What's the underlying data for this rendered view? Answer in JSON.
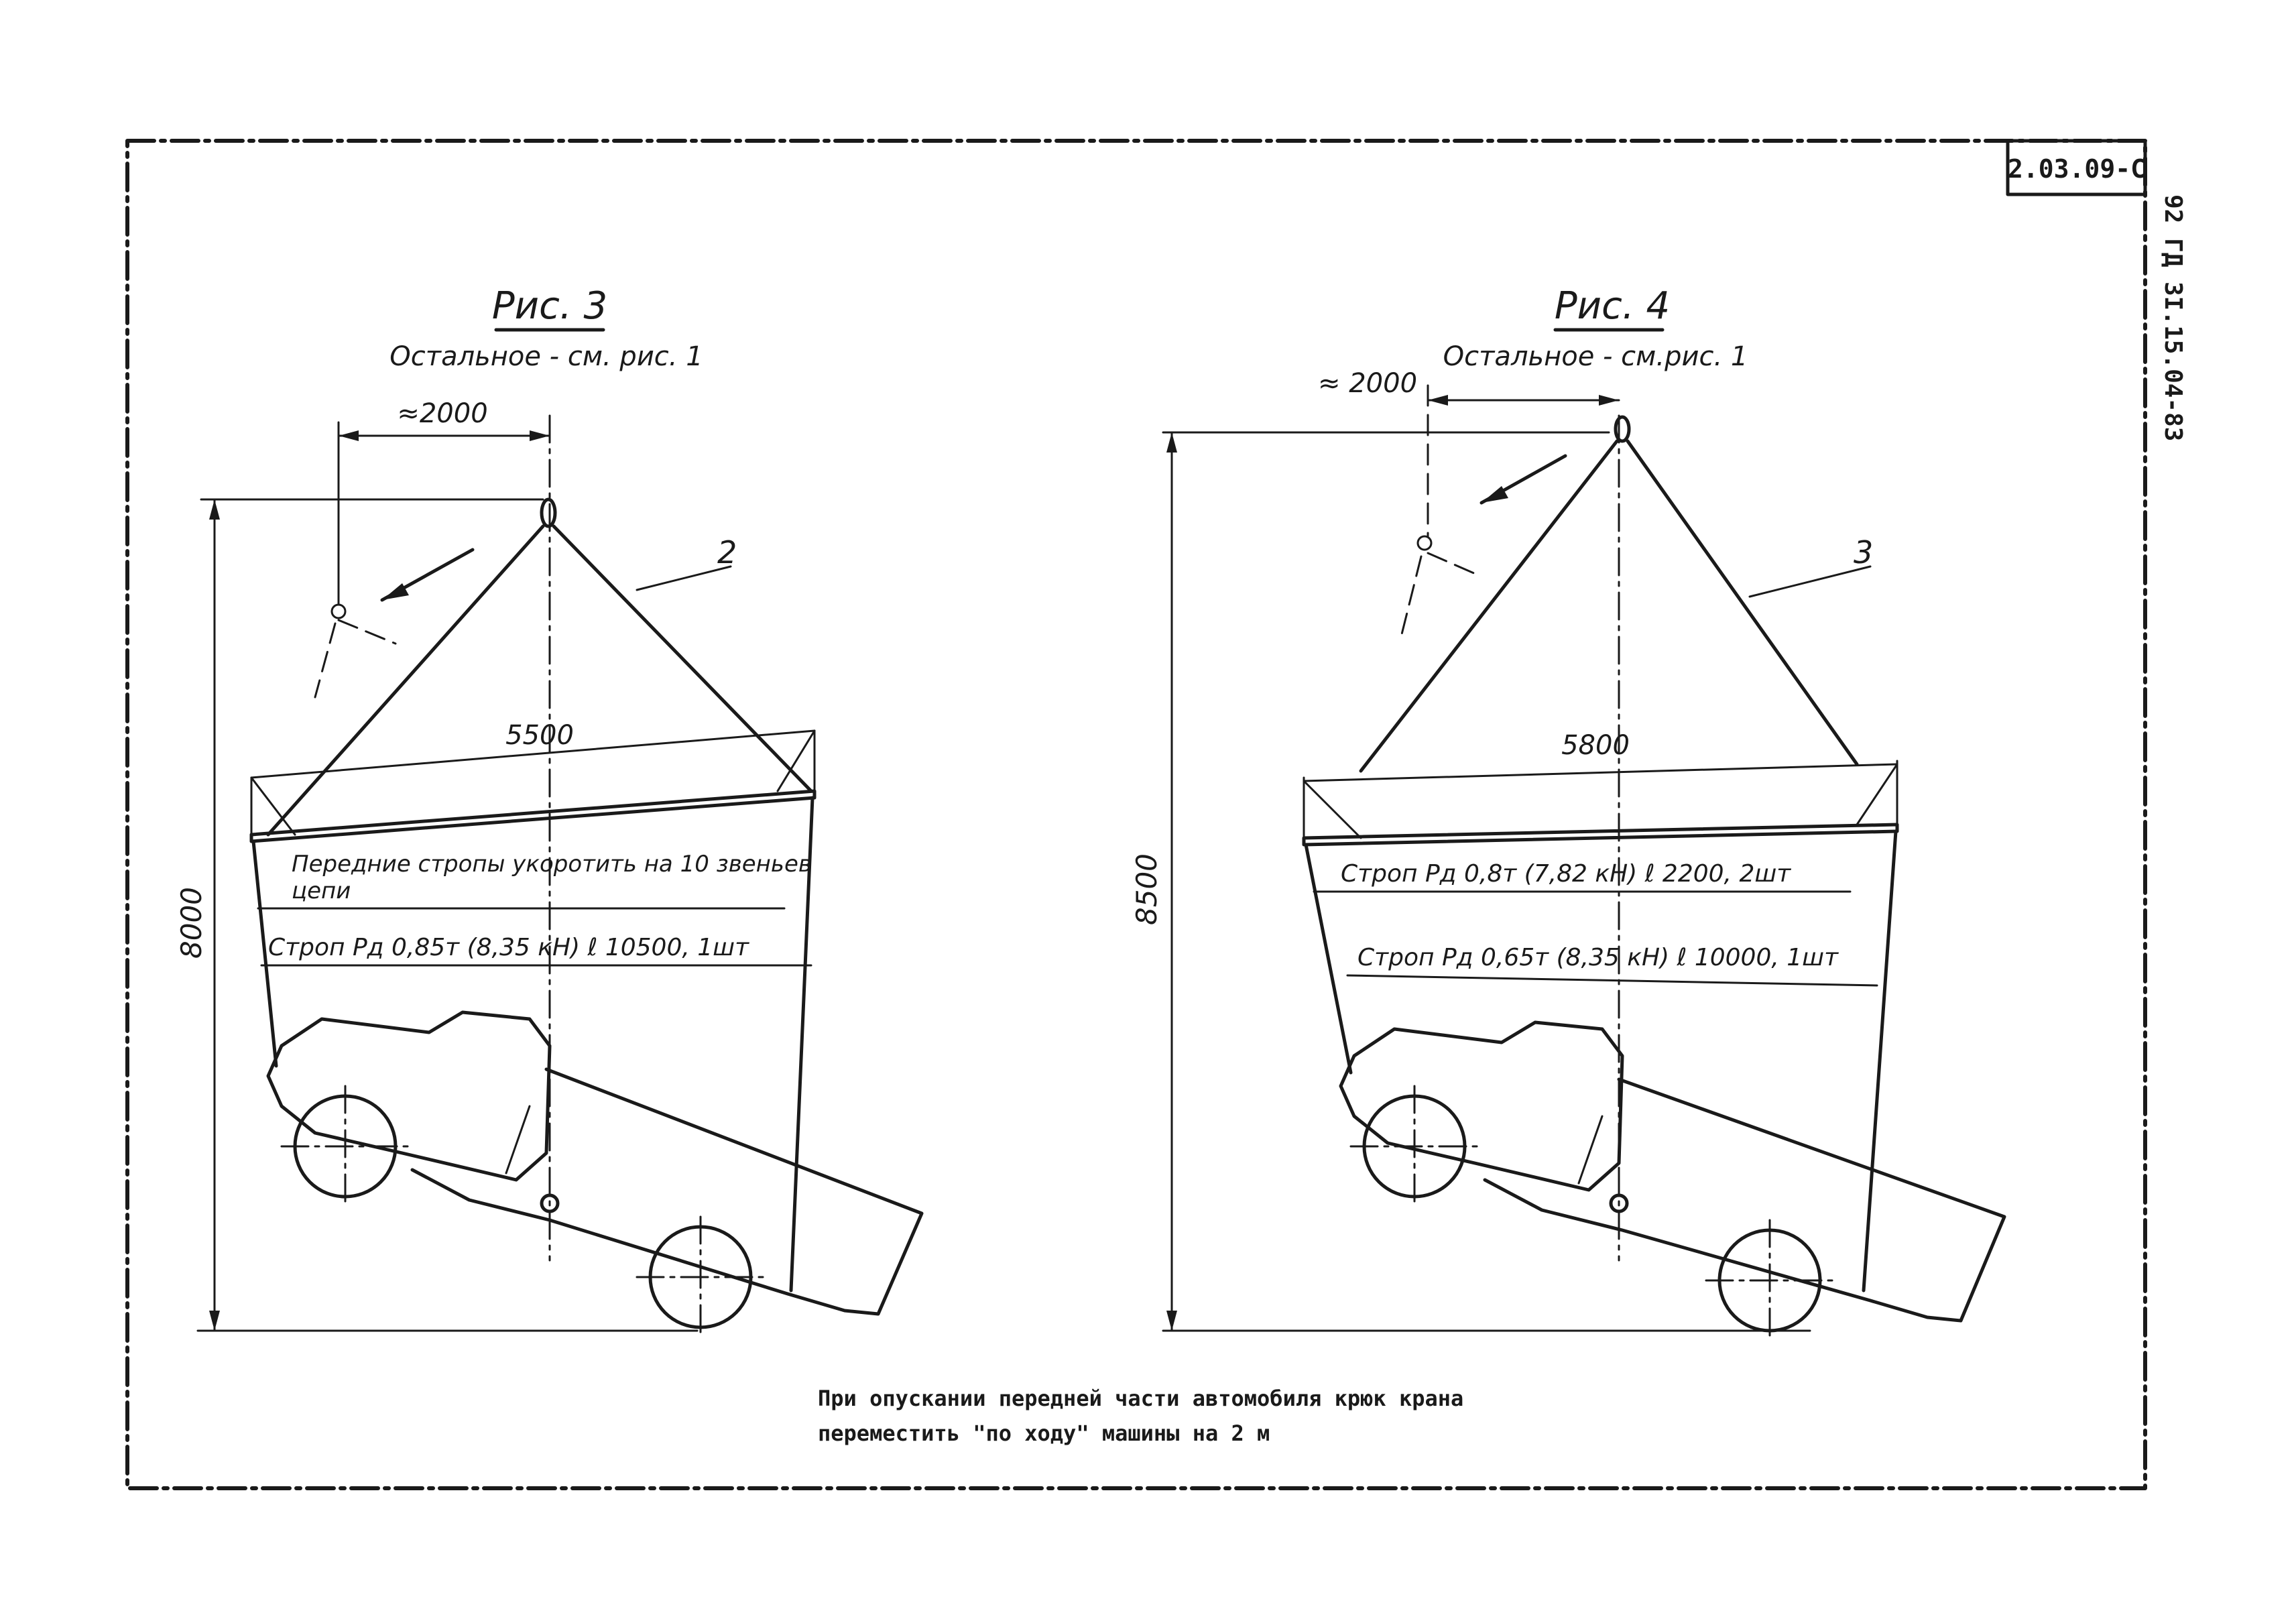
{
  "stamp": {
    "code": "2.03.09-С"
  },
  "side_code": "92 ГД 3I.15.04-83",
  "figure3": {
    "title": "Рис. 3",
    "subtitle": "Остальное - см. рис. 1",
    "dim_top": "≈2000",
    "dim_width": "5500",
    "dim_height": "8000",
    "callout": "2",
    "note1_line1": "Передние стропы укоротить на 10 звеньев",
    "note1_line2": "цепи",
    "note2": "Строп Рд 0,85т (8,35 кН) ℓ 10500, 1шт"
  },
  "figure4": {
    "title": "Рис. 4",
    "subtitle": "Остальное - см.рис. 1",
    "dim_top": "≈ 2000",
    "dim_width": "5800",
    "dim_height": "8500",
    "callout": "3",
    "note1": "Строп Рд 0,8т (7,82 кН) ℓ 2200, 2шт",
    "note2": "Строп Рд 0,65т (8,35 кН) ℓ 10000, 1шт"
  },
  "bottom_note": {
    "line1": "При опускании передней части автомобиля крюк крана",
    "line2": "переместить \"по ходу\" машины на 2 м"
  }
}
